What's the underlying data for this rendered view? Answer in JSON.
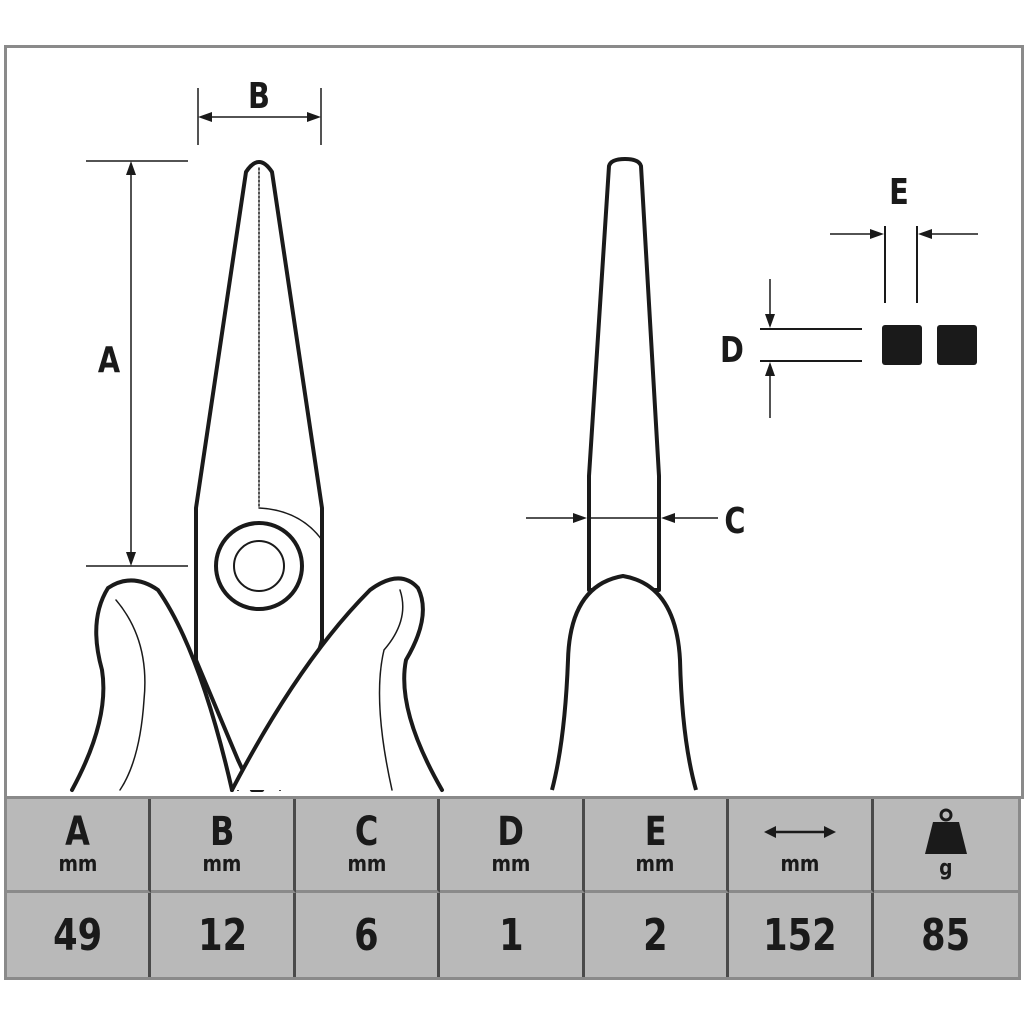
{
  "diagram": {
    "labels": {
      "A": "A",
      "B": "B",
      "C": "C",
      "D": "D",
      "E": "E"
    }
  },
  "spec_table": {
    "headers": [
      {
        "letter": "A",
        "unit": "mm"
      },
      {
        "letter": "B",
        "unit": "mm"
      },
      {
        "letter": "C",
        "unit": "mm"
      },
      {
        "letter": "D",
        "unit": "mm"
      },
      {
        "letter": "E",
        "unit": "mm"
      },
      {
        "icon": "length-arrow-icon",
        "unit": "mm"
      },
      {
        "icon": "weight-icon",
        "unit": "g"
      }
    ],
    "values": [
      "49",
      "12",
      "6",
      "1",
      "2",
      "152",
      "85"
    ]
  },
  "colors": {
    "line": "#1a1a1a",
    "frame": "#8a8a8a",
    "table_bg": "#b9b9b9",
    "table_divider": "#4a4a4a"
  }
}
